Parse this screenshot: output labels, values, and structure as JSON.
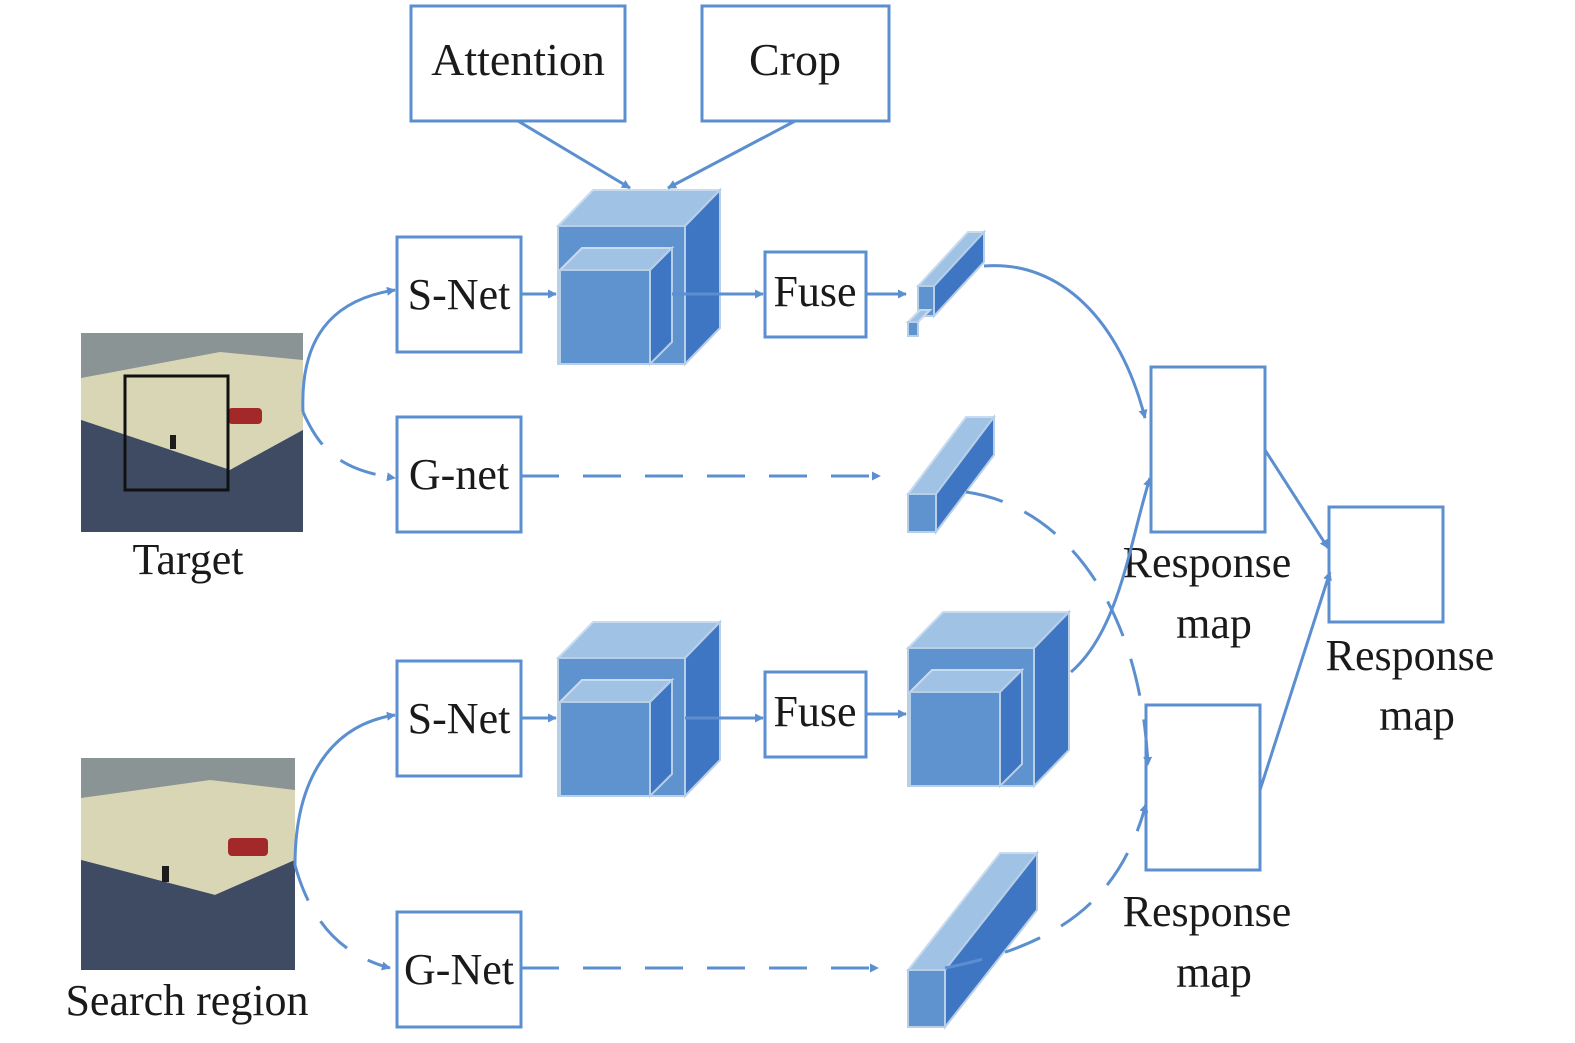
{
  "diagram": {
    "boxes": {
      "attention": "Attention",
      "crop": "Crop",
      "snet_top": "S-Net",
      "gnet_top": "G-net",
      "fuse_top": "Fuse",
      "snet_bottom": "S-Net",
      "fuse_bottom": "Fuse",
      "gnet_bottom": "G-Net"
    },
    "images": {
      "target_label": "Target",
      "search_label": "Search region"
    },
    "response_maps": {
      "upper_line1": "Response",
      "upper_line2": "map",
      "lower_line1": "Response",
      "lower_line2": "map",
      "final_line1": "Response",
      "final_line2": "map"
    }
  },
  "colors": {
    "accent": "#5b8fcf",
    "block_front": "#5e93cf",
    "block_top": "#a0c2e4",
    "block_side": "#3f76c4"
  }
}
